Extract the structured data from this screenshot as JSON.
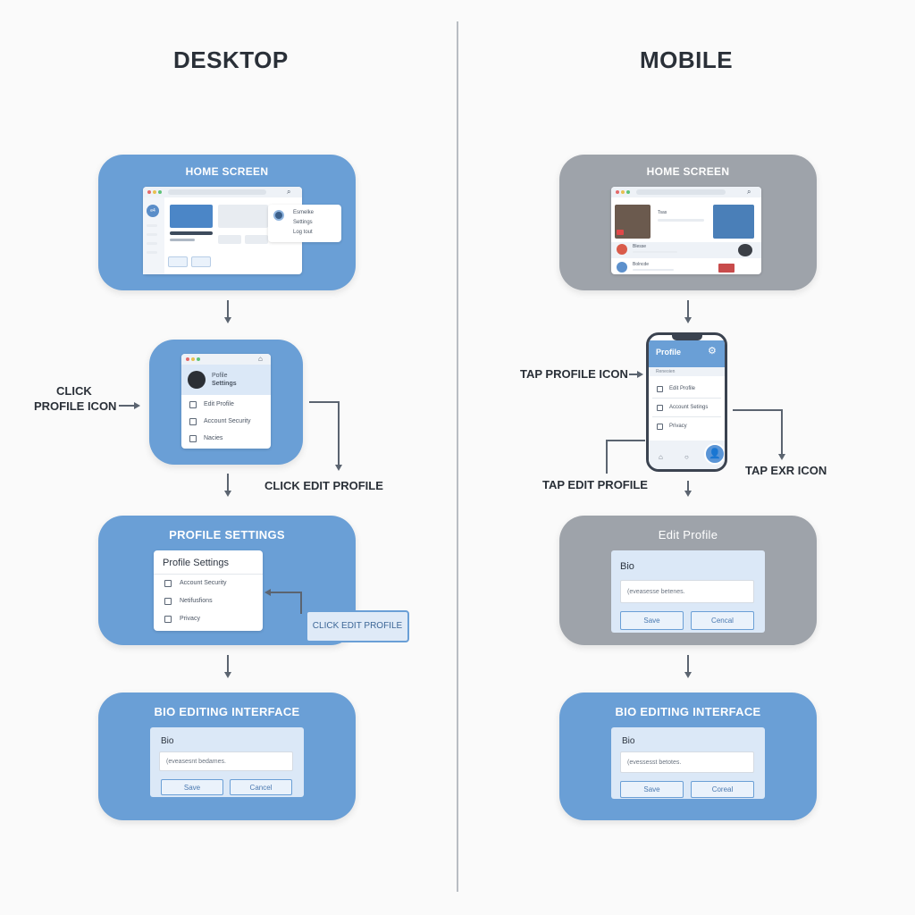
{
  "columns": {
    "desktop": "DESKTOP",
    "mobile": "MOBILE"
  },
  "desktop": {
    "home": {
      "title": "HOME SCREEN",
      "avatar_initials": "e4",
      "dropdown": [
        "Esmelke",
        "Settings",
        "Log tout"
      ]
    },
    "profile_menu": {
      "name_line1": "Pofile",
      "name_line2": "Settings",
      "items": [
        "Edit Profile",
        "Account Security",
        "Nacies"
      ]
    },
    "profile_settings": {
      "title": "PROFILE SETTINGS",
      "card_title": "Profile Settings",
      "items": [
        "Account Security",
        "Netifusfions",
        "Privacy"
      ],
      "callout": "CLICK EDIT PROFILE"
    },
    "bio": {
      "title": "BIO EDITING INTERFACE",
      "label": "Bio",
      "placeholder": "(eveasesnt bedames.",
      "save": "Save",
      "cancel": "Cancel"
    },
    "labels": {
      "click_profile_line1": "CLICK",
      "click_profile_line2": "PROFILE ICON",
      "click_edit_profile": "CLICK EDIT PROFILE"
    }
  },
  "mobile": {
    "home": {
      "title": "HOME SCREEN",
      "feed": [
        "Tsas",
        "Blesse",
        "Bolncde"
      ]
    },
    "phone": {
      "header": "Profile",
      "subheader": "Reneoien",
      "items": [
        "Edit Profile",
        "Account Setings",
        "Privacy"
      ]
    },
    "edit_profile": {
      "title": "Edit Profile",
      "label": "Bio",
      "placeholder": "(eveasesse betenes.",
      "save": "Save",
      "cancel": "Cencal"
    },
    "bio": {
      "title": "BIO EDITING INTERFACE",
      "label": "Bio",
      "placeholder": "(evessesst betotes.",
      "save": "Save",
      "cancel": "Coreal"
    },
    "labels": {
      "tap_profile_icon": "TAP PROFILE ICON",
      "tap_edit_profile": "TAP EDIT PROFILE",
      "tap_exr_icon": "TAP EXR ICON"
    }
  },
  "colors": {
    "stage_blue": "#6a9fd6",
    "stage_gray": "#9ea3aa",
    "background": "#fafafa"
  }
}
